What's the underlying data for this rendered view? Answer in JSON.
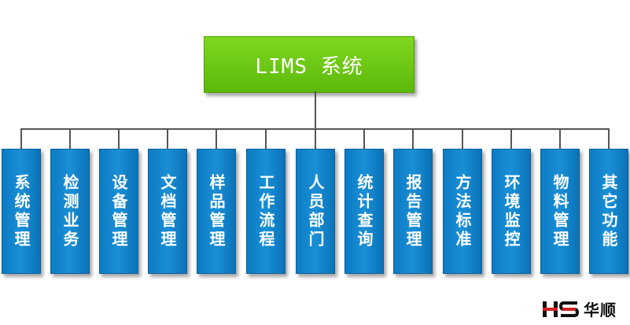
{
  "root": {
    "label": "LIMS 系统"
  },
  "modules": [
    {
      "label": "系统管理"
    },
    {
      "label": "检测业务"
    },
    {
      "label": "设备管理"
    },
    {
      "label": "文档管理"
    },
    {
      "label": "样品管理"
    },
    {
      "label": "工作流程"
    },
    {
      "label": "人员部门"
    },
    {
      "label": "统计查询"
    },
    {
      "label": "报告管理"
    },
    {
      "label": "方法标准"
    },
    {
      "label": "环境监控"
    },
    {
      "label": "物料管理"
    },
    {
      "label": "其它功能"
    }
  ],
  "logo": {
    "brand_name": "华顺",
    "mark_letters": "HS"
  },
  "colors": {
    "root_fill": "#6cc814",
    "module_fill": "#1184cc",
    "connector": "#555555"
  }
}
